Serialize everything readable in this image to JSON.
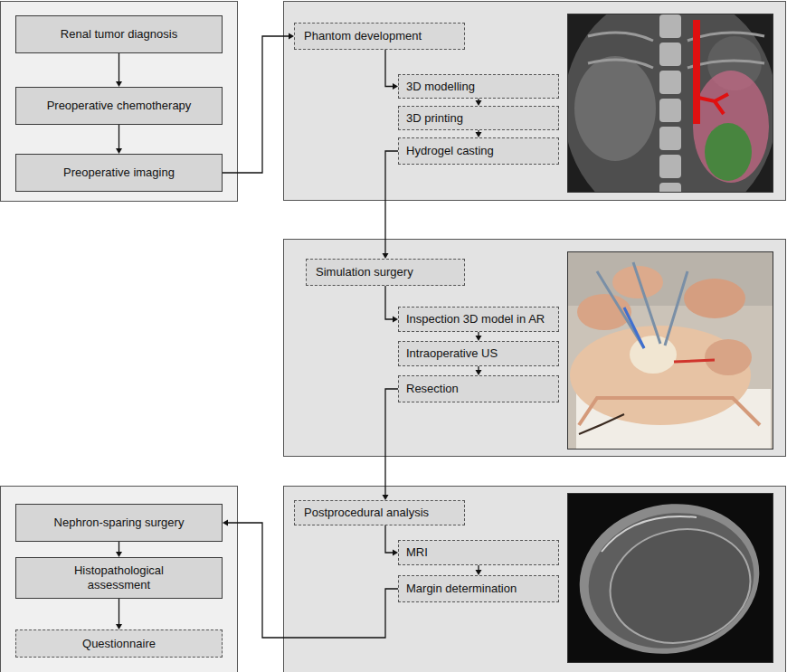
{
  "diagram": {
    "nodes": [
      {
        "text": [
          "Renal tumor diagnosis"
        ]
      },
      {
        "text": [
          "Preoperative chemotherapy"
        ]
      },
      {
        "text": [
          "Preoperative imaging"
        ]
      },
      {
        "text": [
          "Phantom development"
        ]
      },
      {
        "text": [
          "3D modelling"
        ]
      },
      {
        "text": [
          "3D printing"
        ]
      },
      {
        "text": [
          "Hydrogel casting"
        ]
      },
      {
        "text": [
          "Simulation surgery"
        ]
      },
      {
        "text": [
          "Inspection 3D model in AR"
        ]
      },
      {
        "text": [
          "Intraoperative US"
        ]
      },
      {
        "text": [
          "Resection"
        ]
      },
      {
        "text": [
          "Postprocedural analysis"
        ]
      },
      {
        "text": [
          "MRI"
        ]
      },
      {
        "text": [
          "Margin determination"
        ]
      },
      {
        "text": [
          "Nephron-sparing surgery"
        ]
      },
      {
        "text": [
          "Histopathological assessment"
        ]
      },
      {
        "text": [
          "Questionnaire"
        ]
      }
    ],
    "edges": [
      {
        "from": 0,
        "to": 1,
        "arrow": "to"
      },
      {
        "from": 1,
        "to": 2,
        "arrow": "to"
      },
      {
        "from": 2,
        "to": 3,
        "arrow": "to"
      },
      {
        "from": 3,
        "to": 4,
        "arrow": "to"
      },
      {
        "from": 4,
        "to": 5,
        "arrow": "to"
      },
      {
        "from": 5,
        "to": 6,
        "arrow": "to"
      },
      {
        "from": 6,
        "to": 7,
        "arrow": "to"
      },
      {
        "from": 7,
        "to": 8,
        "arrow": "to"
      },
      {
        "from": 8,
        "to": 9,
        "arrow": "to"
      },
      {
        "from": 9,
        "to": 10,
        "arrow": "to"
      },
      {
        "from": 10,
        "to": 11,
        "arrow": "to"
      },
      {
        "from": 11,
        "to": 12,
        "arrow": "to"
      },
      {
        "from": 12,
        "to": 13,
        "arrow": "to"
      },
      {
        "from": 13,
        "to": 14,
        "arrow": "to"
      },
      {
        "from": 14,
        "to": 15,
        "arrow": "to"
      },
      {
        "from": 15,
        "to": 16,
        "arrow": "to"
      }
    ]
  }
}
